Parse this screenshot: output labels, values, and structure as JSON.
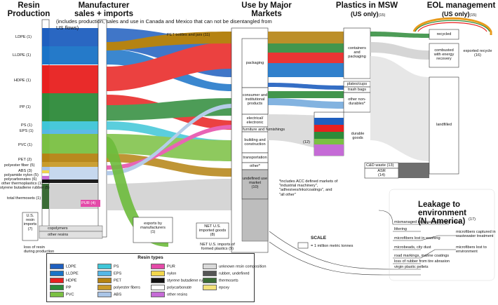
{
  "headers": {
    "resin_production": "Resin\nProduction",
    "manufacturer": "Manufacturer\nsales + imports",
    "manufacturer_note": "(includes production, sales and use in Canada and Mexico that can not be disentangled from US flows)",
    "use_by_markets": "Use by Major\nMarkets",
    "plastics_msw": "Plastics in MSW",
    "plastics_msw_sub": "(US only)",
    "plastics_msw_ref": "(15)",
    "eol": "EOL management",
    "eol_sub": "(US only)",
    "eol_ref": "(15)",
    "leakage": "Leakage to\nenvironment\n(N. America)",
    "leakage_ref": "(17)"
  },
  "resin_labels": [
    "LDPE (1)",
    "LLDPE (1)",
    "HDPE (1)",
    "PP (1)",
    "PS (1)",
    "EPS (1)",
    "PVC (1)",
    "PET (2)",
    "polyester fiber (5)",
    "ABS (3)",
    "polyamide nylon (5)",
    "polycarbonates (6)",
    "other thermoplastics (1)",
    "styrene butadiene rubber (5)",
    "total thermosets (1)"
  ],
  "left_boxes": {
    "us_imports": "U.S.\nresin\nimports\n(7)",
    "copolymers": "copolymers",
    "other_resins": "other resins",
    "loss": "loss of resin\nduring production"
  },
  "flow_labels": {
    "pet_bottles": "PET bottles and jars (11)",
    "pur": "PUR (4)",
    "exports": "exports by\nmanufacturers\n(1)",
    "net_imported": "NET U.S.\nimported goods\n(8)",
    "net_formed": "NET U.S. imports of\nformed plastics (9)",
    "furniture": "furniture and furnishings",
    "twelve": "(12)",
    "cd_waste": "C&D waste (13)",
    "asr": "ASR\n(14)",
    "exported_recycle": "exported recycle\n(16)"
  },
  "markets": [
    "packaging",
    "consumer and\ninstitutional\nproducts",
    "electrical/\nelectronic",
    "building and\nconstruction",
    "transportation",
    "other*",
    "undefined use\nmarket\n(10)"
  ],
  "markets_footnote": "*includes ACC defined markets of\n\"industrial machinery\",\n\"adhesives/inks/coatings\", and\n\"all other\"",
  "msw": [
    "containers\nand\npackaging",
    "plates/cups",
    "trash bags",
    "other non-\ndurables*",
    "durable\ngoods"
  ],
  "eol_nodes": [
    "recycled",
    "combusted\nwith energy\nrecovery",
    "landfilled"
  ],
  "scale": {
    "title": "SCALE",
    "text": "= 1 million metric tonnes"
  },
  "leakage_items": [
    "mismanaged disposal (assumed zero)",
    "littering",
    "microfibers lost in washing",
    "microbeads, city dust",
    "road markings, marine coatings",
    "loss of rubber from tire abrasion",
    "virgin plastic pellets"
  ],
  "leakage_right": [
    "microfibers captured in\nwastewater treatment",
    "microfibers lost to\nenvironment"
  ],
  "legend": {
    "title": "Resin types",
    "items": [
      {
        "label": "LDPE",
        "color": "#1f5fbf"
      },
      {
        "label": "LLDPE",
        "color": "#1a73c7"
      },
      {
        "label": "HDPE",
        "color": "#e8201f"
      },
      {
        "label": "PP",
        "color": "#2e8b3a"
      },
      {
        "label": "PVC",
        "color": "#7bc043"
      },
      {
        "label": "PS",
        "color": "#3fc6d8"
      },
      {
        "label": "EPS",
        "color": "#55b7e6"
      },
      {
        "label": "PET",
        "color": "#b58312"
      },
      {
        "label": "polyester fibers",
        "color": "#c99b2a"
      },
      {
        "label": "ABS",
        "color": "#a9c4e6"
      },
      {
        "label": "PUR",
        "color": "#e44aa8"
      },
      {
        "label": "nylon",
        "color": "#f2d64b"
      },
      {
        "label": "styrene butadiene rubber",
        "color": "#111111"
      },
      {
        "label": "polycarbonate",
        "color": "#ffffff"
      },
      {
        "label": "other resins",
        "color": "#c56bd6"
      },
      {
        "label": "unknown resin composition",
        "color": "#d9d9d9"
      },
      {
        "label": "rubber, undefined",
        "color": "#555555"
      },
      {
        "label": "thermosets",
        "color": "#3a6b35"
      },
      {
        "label": "epoxy",
        "color": "#f4e27a"
      }
    ]
  }
}
